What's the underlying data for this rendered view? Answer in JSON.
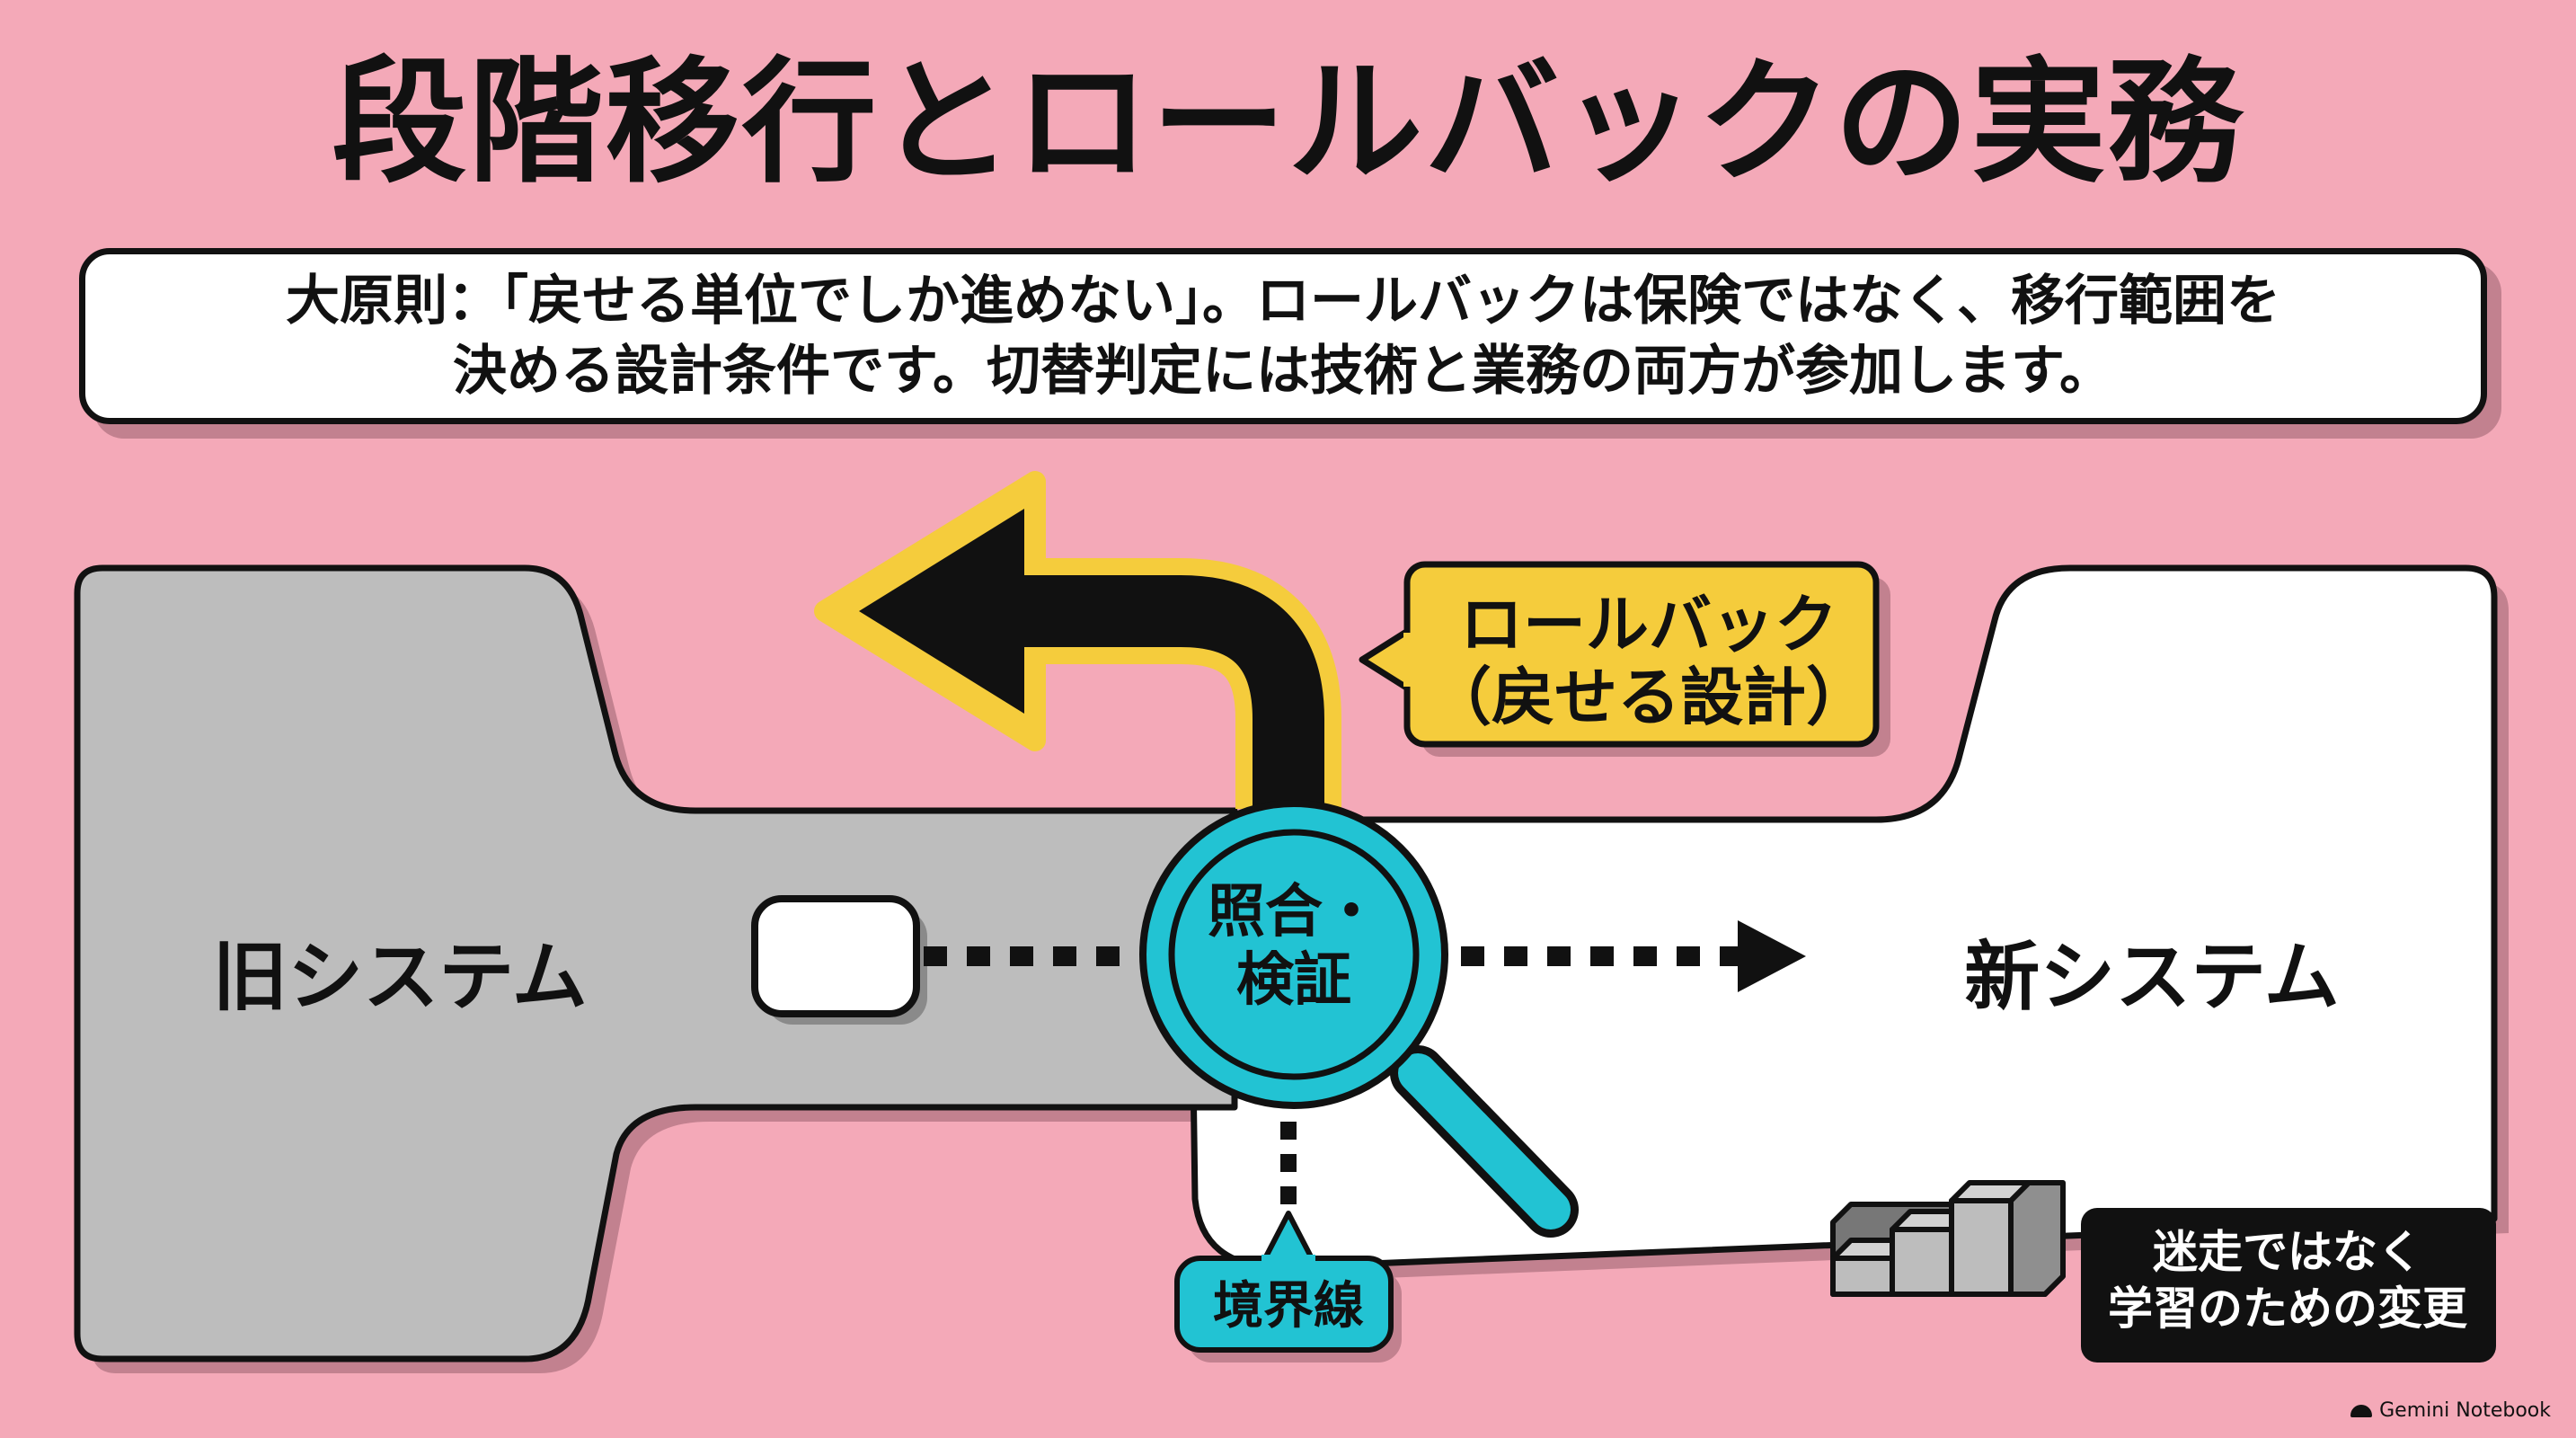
{
  "title": "段階移行とロールバックの実務",
  "principle": {
    "line1": "大原則：「戻せる単位でしか進めない」。ロールバックは保険ではなく、移行範囲を",
    "line2": "決める設計条件です。切替判定には技術と業務の両方が参加します。"
  },
  "diagram": {
    "old_system": "旧システム",
    "new_system": "新システム",
    "lens_line1": "照合・",
    "lens_line2": "検証",
    "rollback_line1": "ロールバック",
    "rollback_line2": "（戻せる設計）",
    "boundary": "境界線",
    "learning_line1": "迷走ではなく",
    "learning_line2": "学習のための変更"
  },
  "icons": {
    "magnifier": "magnifier-icon",
    "rollback_arrow": "u-turn-arrow-icon",
    "stairs": "stairs-icon",
    "data_block": "data-block-icon"
  },
  "colors": {
    "background": "#f4a9b8",
    "old_zone": "#bdbdbd",
    "new_zone": "#ffffff",
    "accent_yellow": "#f5cc3c",
    "accent_cyan": "#22c3d3",
    "ink": "#111111"
  },
  "watermark": "Gemini Notebook"
}
